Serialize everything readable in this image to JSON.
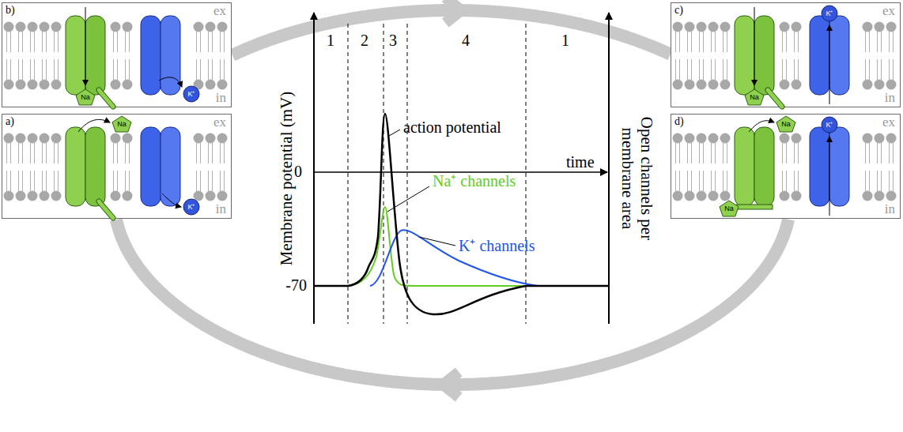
{
  "diagram": {
    "nodes": [
      {
        "text": [
          "b)",
          "ex",
          "in"
        ]
      },
      {
        "text": [
          "Na"
        ],
        "in": 0
      },
      {
        "text": [
          "K⁺"
        ],
        "in": 0
      },
      {
        "text": [
          "c)",
          "ex",
          "in"
        ]
      },
      {
        "text": [
          "Na"
        ],
        "in": 3
      },
      {
        "text": [
          "K⁺"
        ],
        "in": 3
      },
      {
        "text": [
          "a)",
          "ex",
          "in"
        ]
      },
      {
        "text": [
          "Na"
        ],
        "in": 6
      },
      {
        "text": [
          "K⁺"
        ],
        "in": 6
      },
      {
        "text": [
          "d)",
          "ex",
          "in"
        ]
      },
      {
        "text": [
          "Na"
        ],
        "in": 9
      },
      {
        "text": [
          "Na"
        ],
        "in": 9
      },
      {
        "text": [
          "K⁺"
        ],
        "in": 9
      }
    ],
    "edges": [
      {
        "from": 0,
        "to": 3,
        "arrow": "to"
      },
      {
        "from": 9,
        "to": 6,
        "arrow": "to"
      }
    ],
    "labels": [
      "1",
      "2",
      "3",
      "4",
      "1",
      "action potential",
      "time",
      "0",
      "-70",
      "Membrane potential (mV)",
      "Na⁺ channels",
      "K⁺ channels",
      "Open channels per membrane area"
    ]
  }
}
